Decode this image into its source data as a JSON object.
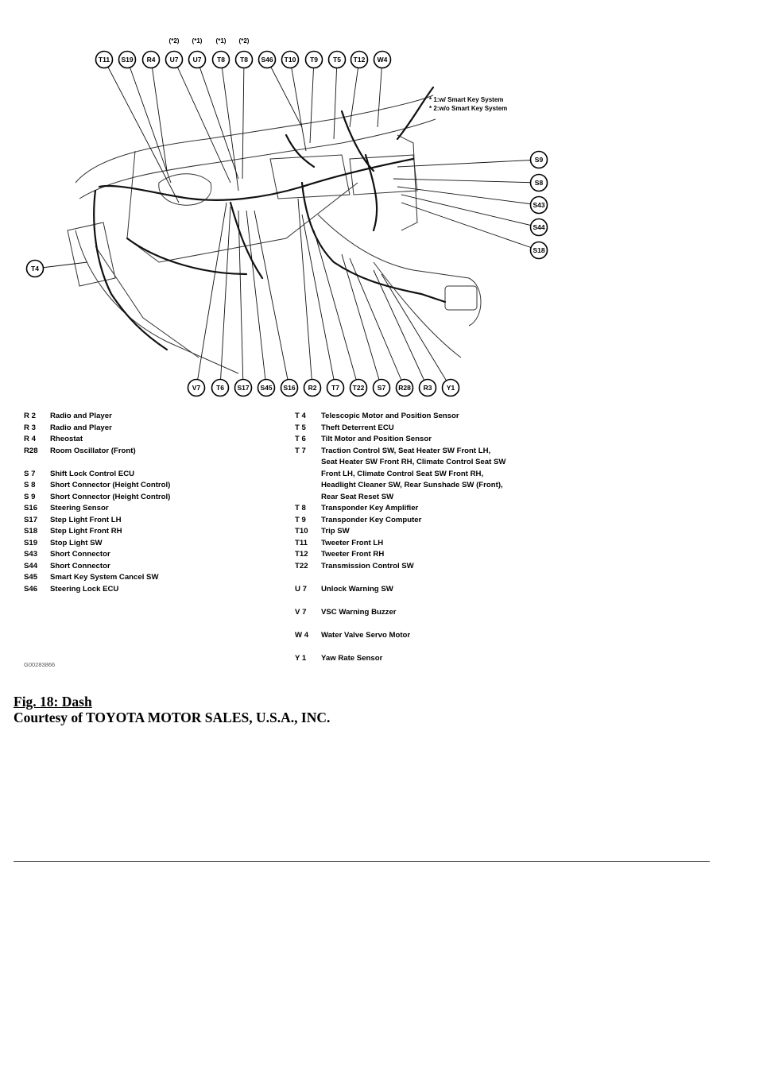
{
  "top_callouts": [
    {
      "id": "T11",
      "note": ""
    },
    {
      "id": "S19",
      "note": ""
    },
    {
      "id": "R4",
      "note": ""
    },
    {
      "id": "U7",
      "note": "(*2)"
    },
    {
      "id": "U7",
      "note": "(*1)"
    },
    {
      "id": "T8",
      "note": "(*1)"
    },
    {
      "id": "T8",
      "note": "(*2)"
    },
    {
      "id": "S46",
      "note": ""
    },
    {
      "id": "T10",
      "note": ""
    },
    {
      "id": "T9",
      "note": ""
    },
    {
      "id": "T5",
      "note": ""
    },
    {
      "id": "T12",
      "note": ""
    },
    {
      "id": "W4",
      "note": ""
    }
  ],
  "right_callouts": [
    "S9",
    "S8",
    "S43",
    "S44",
    "S18"
  ],
  "left_callouts": [
    "T4"
  ],
  "bottom_callouts": [
    "V7",
    "T6",
    "S17",
    "S45",
    "S16",
    "R2",
    "T7",
    "T22",
    "S7",
    "R28",
    "R3",
    "Y1"
  ],
  "system_notes": [
    "* 1:w/ Smart Key System",
    "* 2:w/o Smart Key System"
  ],
  "legend_left": [
    {
      "code": "R  2",
      "desc": "Radio and Player"
    },
    {
      "code": "R  3",
      "desc": "Radio and Player"
    },
    {
      "code": "R  4",
      "desc": "Rheostat"
    },
    {
      "code": "R28",
      "desc": "Room Oscillator (Front)"
    },
    {
      "code": "",
      "desc": ""
    },
    {
      "code": "S  7",
      "desc": "Shift Lock Control ECU"
    },
    {
      "code": "S  8",
      "desc": "Short Connector (Height Control)"
    },
    {
      "code": "S  9",
      "desc": "Short Connector (Height Control)"
    },
    {
      "code": "S16",
      "desc": "Steering Sensor"
    },
    {
      "code": "S17",
      "desc": "Step Light Front LH"
    },
    {
      "code": "S18",
      "desc": "Step Light Front RH"
    },
    {
      "code": "S19",
      "desc": "Stop Light SW"
    },
    {
      "code": "S43",
      "desc": "Short Connector"
    },
    {
      "code": "S44",
      "desc": "Short Connector"
    },
    {
      "code": "S45",
      "desc": "Smart Key System Cancel SW"
    },
    {
      "code": "S46",
      "desc": "Steering Lock ECU"
    }
  ],
  "legend_right": [
    {
      "code": "T  4",
      "desc": "Telescopic Motor and Position Sensor"
    },
    {
      "code": "T  5",
      "desc": "Theft Deterrent ECU"
    },
    {
      "code": "T  6",
      "desc": "Tilt Motor and Position Sensor"
    },
    {
      "code": "T  7",
      "desc": "Traction Control SW, Seat Heater SW Front LH,"
    },
    {
      "code": "",
      "desc": "Seat Heater SW Front RH, Climate Control Seat SW"
    },
    {
      "code": "",
      "desc": "Front LH, Climate Control Seat SW Front RH,"
    },
    {
      "code": "",
      "desc": "Headlight Cleaner SW, Rear Sunshade SW (Front),"
    },
    {
      "code": "",
      "desc": "Rear Seat Reset SW"
    },
    {
      "code": "T  8",
      "desc": "Transponder Key Amplifier"
    },
    {
      "code": "T  9",
      "desc": "Transponder Key Computer"
    },
    {
      "code": "T10",
      "desc": "Trip SW"
    },
    {
      "code": "T11",
      "desc": "Tweeter Front LH"
    },
    {
      "code": "T12",
      "desc": "Tweeter Front RH"
    },
    {
      "code": "T22",
      "desc": "Transmission Control SW"
    },
    {
      "code": "",
      "desc": ""
    },
    {
      "code": "U  7",
      "desc": "Unlock Warning SW"
    },
    {
      "code": "",
      "desc": ""
    },
    {
      "code": "V  7",
      "desc": "VSC Warning Buzzer"
    },
    {
      "code": "",
      "desc": ""
    },
    {
      "code": "W  4",
      "desc": "Water Valve Servo Motor"
    },
    {
      "code": "",
      "desc": ""
    },
    {
      "code": "Y  1",
      "desc": "Yaw Rate Sensor"
    }
  ],
  "diagram_code": "G00283866",
  "caption": "Fig. 18: Dash",
  "courtesy": "Courtesy of TOYOTA MOTOR SALES, U.S.A., INC."
}
